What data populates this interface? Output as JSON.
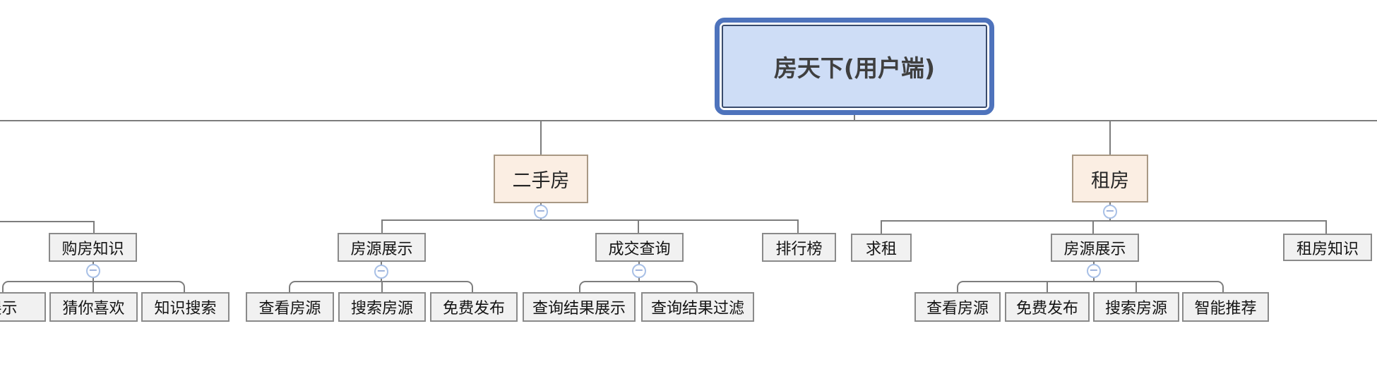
{
  "ui": {
    "collapse_glyph": "−"
  },
  "colors": {
    "root_border": "#4E73BC",
    "root_inner_border": "#394B6D",
    "root_fill": "#CEDDF6",
    "branch_fill": "#FBEEE3",
    "branch_border": "#A99884",
    "leaf_fill": "#F1F1F1",
    "leaf_border": "#8A8A8A",
    "connector": "#7D7D7D",
    "collapse_ring": "#A8C0E6",
    "collapse_glyph_color": "#7290CC"
  },
  "tree": {
    "root": "房天下(用户端)",
    "partial_left_branch": {
      "label": "购房知识",
      "children": [
        "展示",
        "猜你喜欢",
        "知识搜索"
      ]
    },
    "branches": [
      {
        "label": "二手房",
        "children": [
          {
            "label": "房源展示",
            "children": [
              "查看房源",
              "搜索房源",
              "免费发布"
            ]
          },
          {
            "label": "成交查询",
            "children": [
              "查询结果展示",
              "查询结果过滤"
            ]
          },
          {
            "label": "排行榜",
            "children": []
          }
        ]
      },
      {
        "label": "租房",
        "children": [
          {
            "label": "求租",
            "children": []
          },
          {
            "label": "房源展示",
            "children": [
              "查看房源",
              "免费发布",
              "搜索房源",
              "智能推荐"
            ]
          },
          {
            "label": "租房知识",
            "children": []
          }
        ]
      }
    ]
  }
}
